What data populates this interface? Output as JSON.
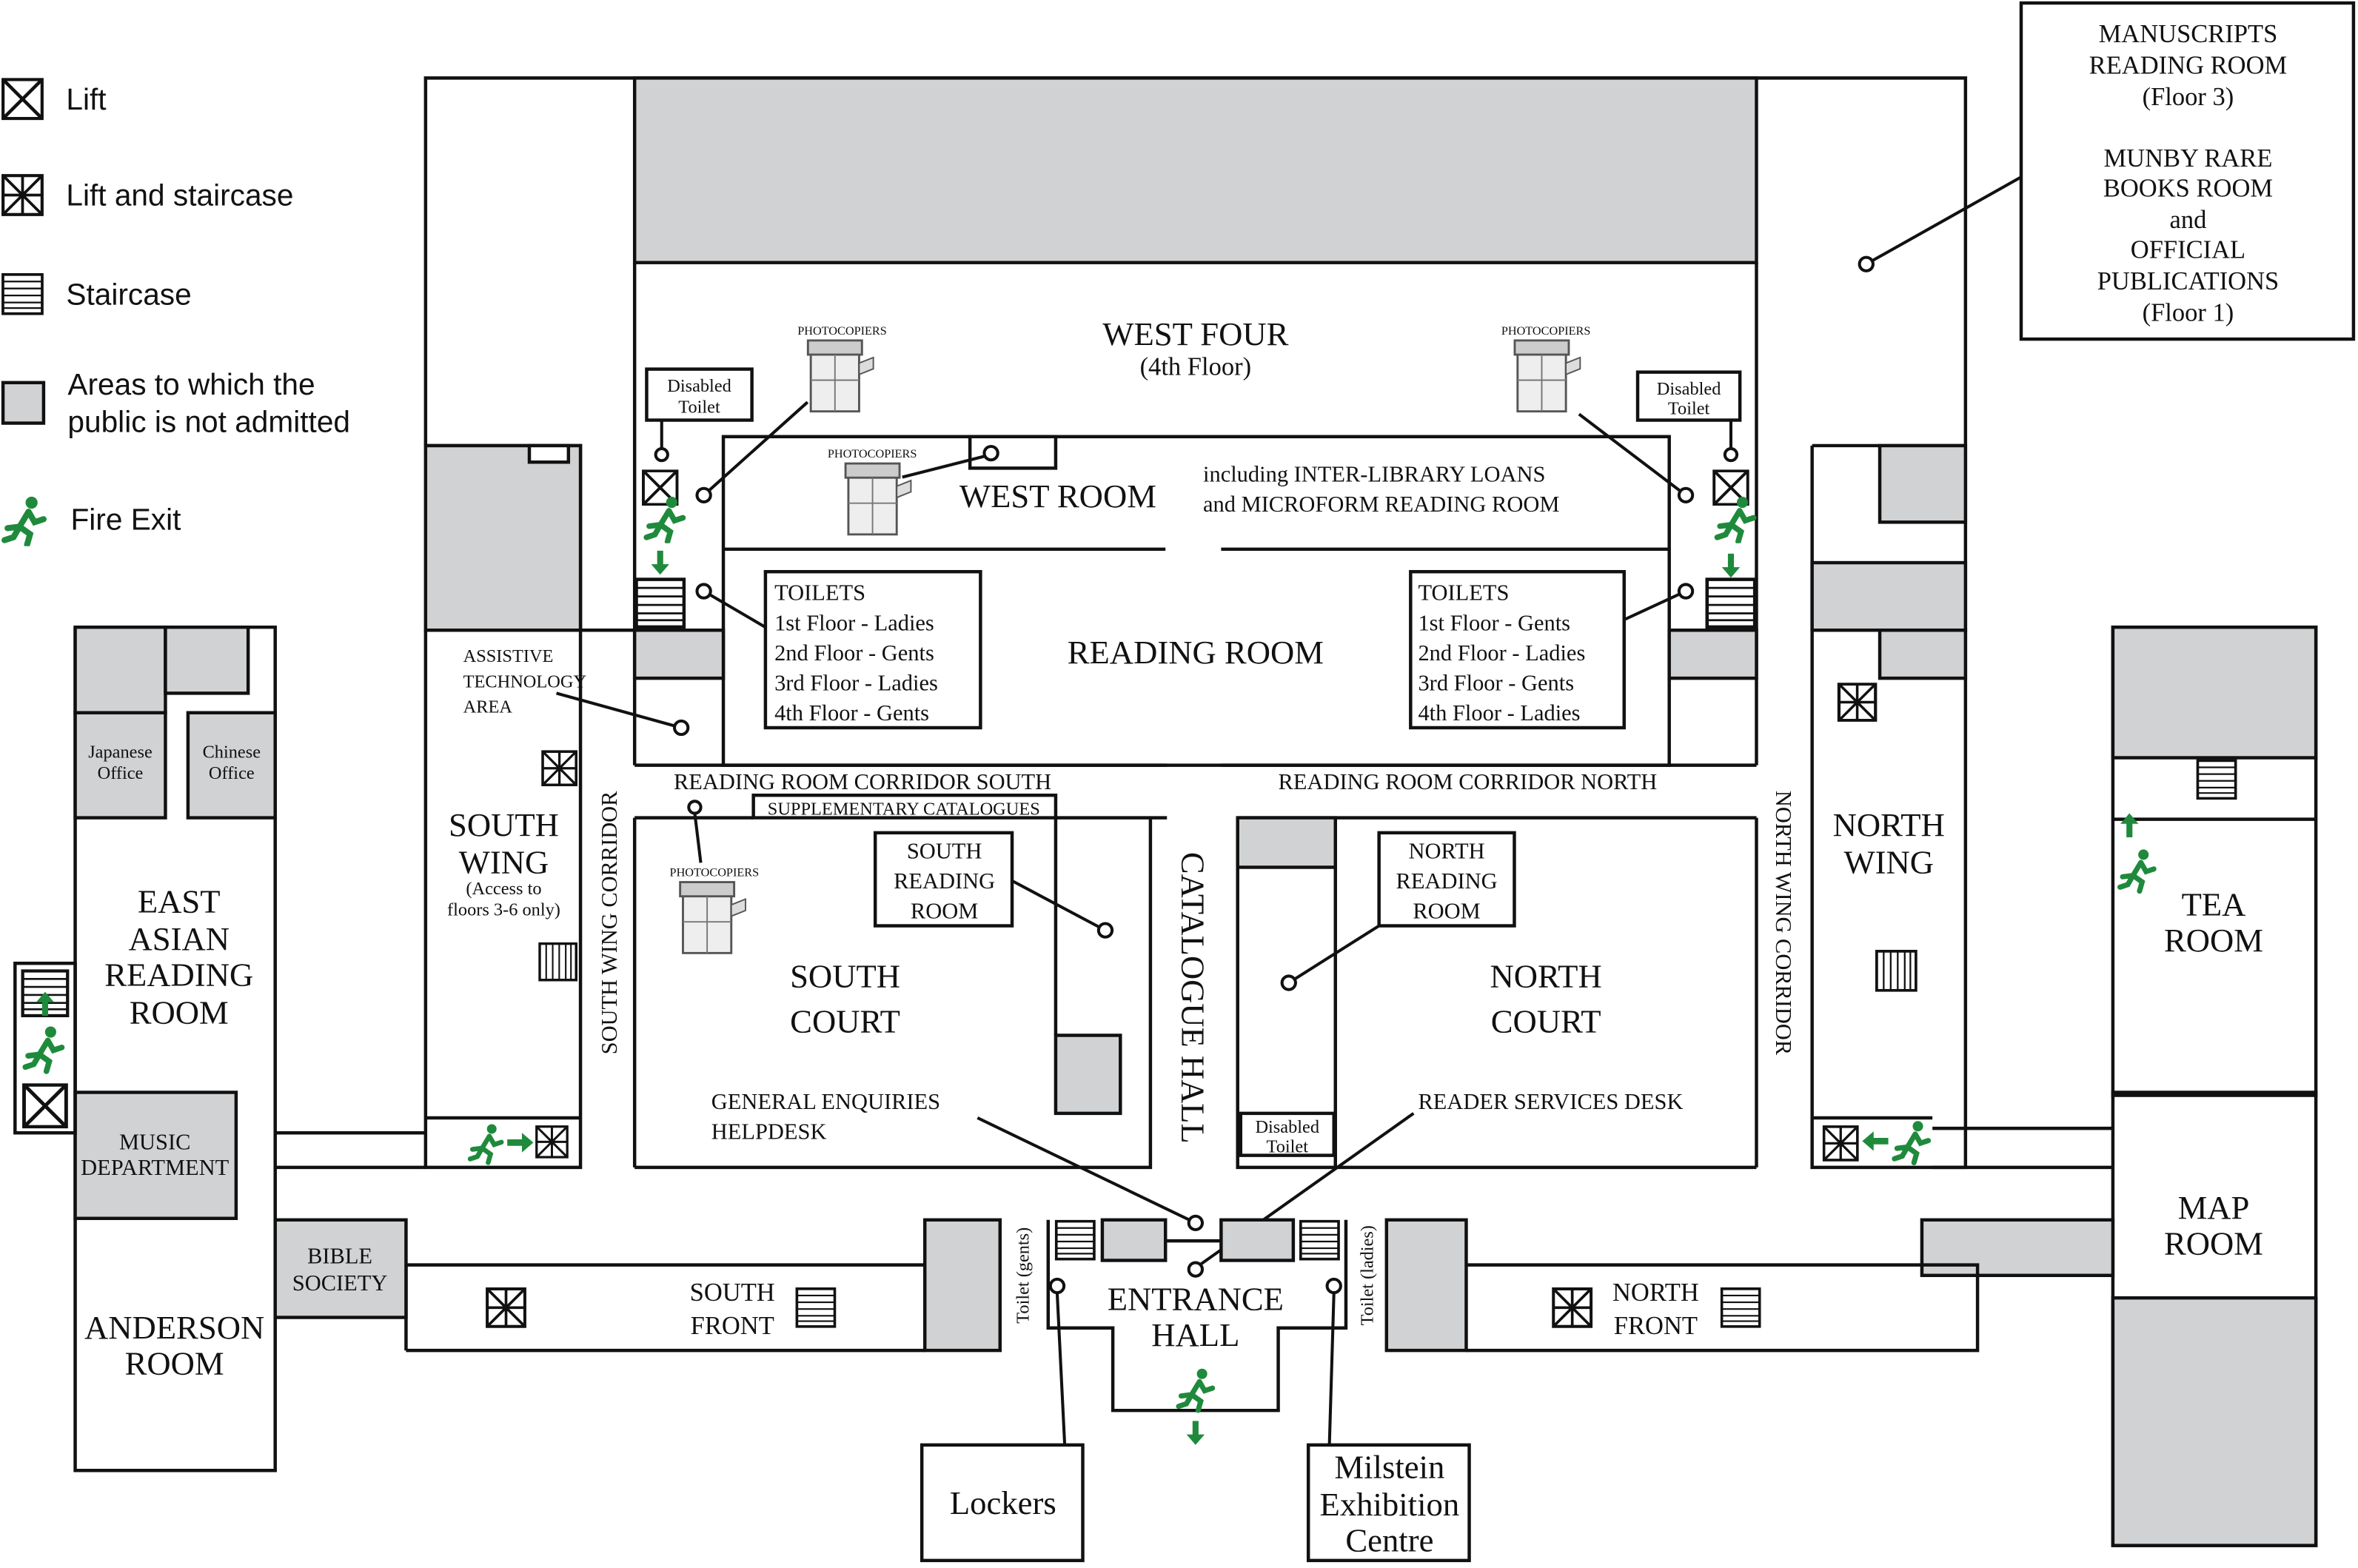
{
  "legend": {
    "lift": "Lift",
    "lift_and_staircase": "Lift and staircase",
    "staircase": "Staircase",
    "restricted": [
      "Areas to which the",
      "public is not admitted"
    ],
    "fire_exit": "Fire Exit"
  },
  "callout": [
    "MANUSCRIPTS",
    "READING ROOM",
    "(Floor 3)",
    "MUNBY RARE",
    "BOOKS ROOM",
    "and",
    "OFFICIAL",
    "PUBLICATIONS",
    "(Floor 1)"
  ],
  "rooms": {
    "west_four": [
      "WEST FOUR",
      "(4th Floor)"
    ],
    "west_room": "WEST ROOM",
    "west_room_note": [
      "including INTER-LIBRARY LOANS",
      "and MICROFORM READING ROOM"
    ],
    "reading_room": "READING ROOM",
    "toilets_south": [
      "TOILETS",
      "1st Floor - Ladies",
      "2nd Floor - Gents",
      "3rd Floor - Ladies",
      "4th Floor - Gents"
    ],
    "toilets_north": [
      "TOILETS",
      "1st Floor - Gents",
      "2nd Floor - Ladies",
      "3rd Floor - Gents",
      "4th Floor - Ladies"
    ],
    "disabled_toilet": [
      "Disabled",
      "Toilet"
    ],
    "photocopiers": "PHOTOCOPIERS",
    "assistive": [
      "ASSISTIVE",
      "TECHNOLOGY",
      "AREA"
    ],
    "rr_corridor_south": "READING ROOM CORRIDOR SOUTH",
    "rr_corridor_north": "READING ROOM CORRIDOR NORTH",
    "supplementary": "SUPPLEMENTARY CATALOGUES",
    "south_wing": [
      "SOUTH",
      "WING",
      "(Access to",
      "floors 3-6 only)"
    ],
    "south_wing_corridor": "SOUTH WING CORRIDOR",
    "north_wing_corridor": "NORTH WING CORRIDOR",
    "catalogue_hall": "CATALOGUE HALL",
    "south_reading_room": [
      "SOUTH",
      "READING",
      "ROOM"
    ],
    "north_reading_room": [
      "NORTH",
      "READING",
      "ROOM"
    ],
    "south_court": [
      "SOUTH",
      "COURT"
    ],
    "north_court": [
      "NORTH",
      "COURT"
    ],
    "general_enquiries": [
      "GENERAL ENQUIRIES",
      "HELPDESK"
    ],
    "reader_services": "READER SERVICES DESK",
    "north_wing": [
      "NORTH",
      "WING"
    ],
    "tea_room": [
      "TEA",
      "ROOM"
    ],
    "map_room": [
      "MAP",
      "ROOM"
    ],
    "east_asian": [
      "EAST",
      "ASIAN",
      "READING",
      "ROOM"
    ],
    "japanese_office": [
      "Japanese",
      "Office"
    ],
    "chinese_office": [
      "Chinese",
      "Office"
    ],
    "music_department": [
      "MUSIC",
      "DEPARTMENT"
    ],
    "anderson_room": [
      "ANDERSON",
      "ROOM"
    ],
    "bible_society": [
      "BIBLE",
      "SOCIETY"
    ],
    "south_front": [
      "SOUTH",
      "FRONT"
    ],
    "north_front": [
      "NORTH",
      "FRONT"
    ],
    "entrance_hall": [
      "ENTRANCE",
      "HALL"
    ],
    "toilet_gents": "Toilet (gents)",
    "toilet_ladies": "Toilet (ladies)",
    "lockers": "Lockers",
    "milstein": [
      "Milstein",
      "Exhibition",
      "Centre"
    ]
  },
  "colors": {
    "restricted_area": "#d1d2d4",
    "fire_exit": "#1f8a3c",
    "wall": "#111111"
  }
}
